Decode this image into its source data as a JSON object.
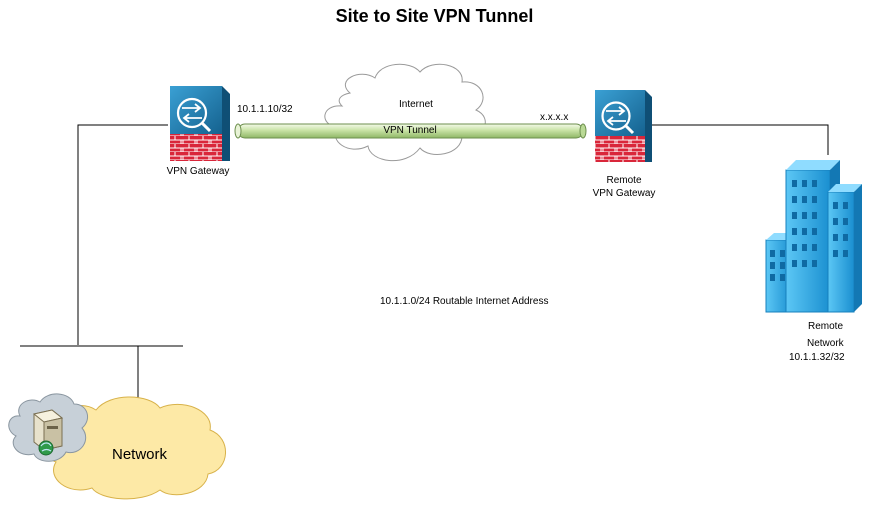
{
  "title": "Site to Site VPN Tunnel",
  "local_gateway": {
    "label": "VPN Gateway",
    "ip": "10.1.1.10/32",
    "icon": "firewall-icon"
  },
  "remote_gateway": {
    "label_line1": "Remote",
    "label_line2": "VPN Gateway",
    "ip": "x.x.x.x",
    "icon": "firewall-icon"
  },
  "internet_cloud": {
    "label": "Internet"
  },
  "tunnel": {
    "label": "VPN Tunnel"
  },
  "routable_note": "10.1.1.0/24 Routable Internet Address",
  "remote_network": {
    "line1": "Remote",
    "line2": "Network",
    "line3": "10.1.1.32/32",
    "icon": "buildings-icon"
  },
  "local_network": {
    "label": "Network",
    "icon": "server-icon"
  },
  "colors": {
    "firewall_blue": "#1e7fb3",
    "firewall_brick": "#d9263a",
    "tunnel_green": "#c9e3a6",
    "internet_cloud": "#ffffff",
    "network_cloud": "#fde9a6",
    "building_blue": "#29a9e6"
  }
}
